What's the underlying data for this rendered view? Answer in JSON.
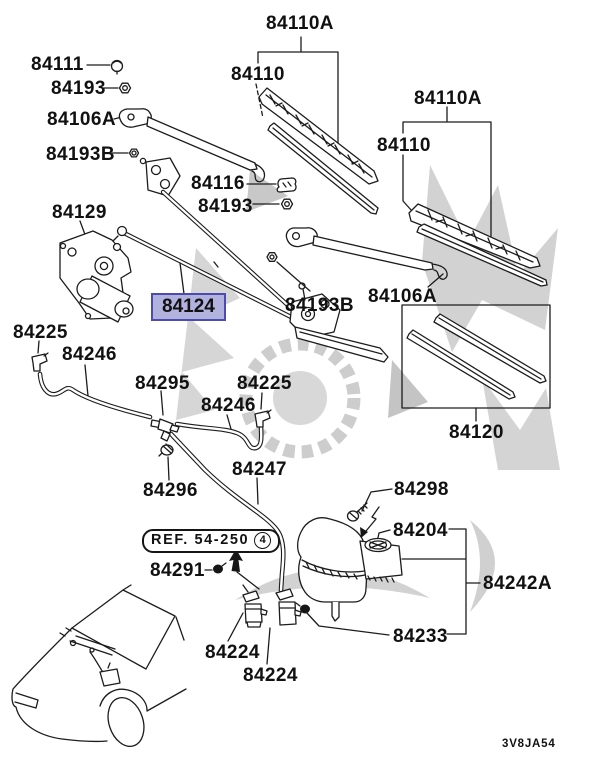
{
  "diagram": {
    "drawing_code": "3V8JA54",
    "highlight": {
      "part": "84124",
      "fill": "#b2b2df",
      "border": "#4c4cae"
    },
    "ref_label": {
      "text": "REF. 54-250",
      "circled_number": "4"
    },
    "colors": {
      "line": "#1c1c1c",
      "background": "#ffffff",
      "watermark": "#cdcdcd"
    },
    "parts": {
      "p84110a_top": "84110A",
      "p84111": "84111",
      "p84110_top": "84110",
      "p84193_top": "84193",
      "p84110a_right": "84110A",
      "p84106a_left": "84106A",
      "p84110_right": "84110",
      "p84193b_left": "84193B",
      "p84116": "84116",
      "p84193_mid": "84193",
      "p84129": "84129",
      "p84124": "84124",
      "p84193b_right": "84193B",
      "p84106a_right": "84106A",
      "p84225_left": "84225",
      "p84246_left": "84246",
      "p84295": "84295",
      "p84225_right": "84225",
      "p84246_right": "84246",
      "p84247": "84247",
      "p84296": "84296",
      "p84298": "84298",
      "p84204": "84204",
      "p84291": "84291",
      "p84242a": "84242A",
      "p84233": "84233",
      "p84224_left": "84224",
      "p84224_right": "84224",
      "p84120": "84120"
    }
  }
}
